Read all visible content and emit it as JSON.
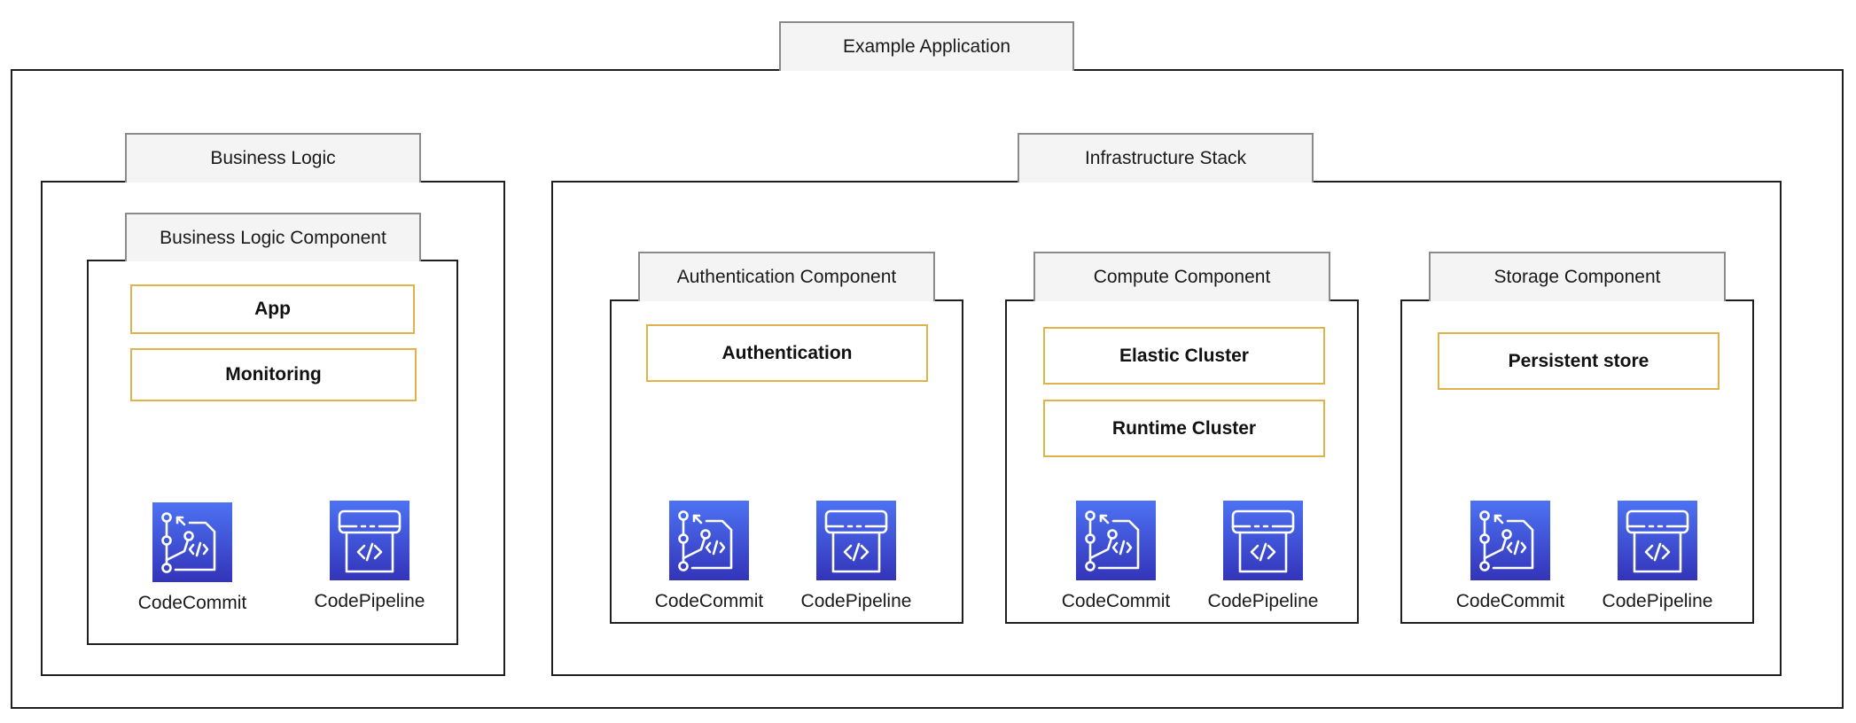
{
  "application": {
    "title": "Example Application"
  },
  "business_logic": {
    "title": "Business Logic",
    "component": {
      "title": "Business Logic Component",
      "boxes": [
        "App",
        "Monitoring"
      ],
      "services": [
        {
          "label": "CodeCommit",
          "icon": "codecommit-icon"
        },
        {
          "label": "CodePipeline",
          "icon": "codepipeline-icon"
        }
      ]
    }
  },
  "infrastructure": {
    "title": "Infrastructure Stack",
    "components": [
      {
        "title": "Authentication Component",
        "boxes": [
          "Authentication"
        ],
        "services": [
          {
            "label": "CodeCommit",
            "icon": "codecommit-icon"
          },
          {
            "label": "CodePipeline",
            "icon": "codepipeline-icon"
          }
        ]
      },
      {
        "title": "Compute Component",
        "boxes": [
          "Elastic Cluster",
          "Runtime Cluster"
        ],
        "services": [
          {
            "label": "CodeCommit",
            "icon": "codecommit-icon"
          },
          {
            "label": "CodePipeline",
            "icon": "codepipeline-icon"
          }
        ]
      },
      {
        "title": "Storage Component",
        "boxes": [
          "Persistent store"
        ],
        "services": [
          {
            "label": "CodeCommit",
            "icon": "codecommit-icon"
          },
          {
            "label": "CodePipeline",
            "icon": "codepipeline-icon"
          }
        ]
      }
    ]
  },
  "colors": {
    "icon_gradient_top": "#4d72f3",
    "icon_gradient_bottom": "#3334b9",
    "box_border": "#e0b34a",
    "tab_fill": "#f4f4f4"
  }
}
